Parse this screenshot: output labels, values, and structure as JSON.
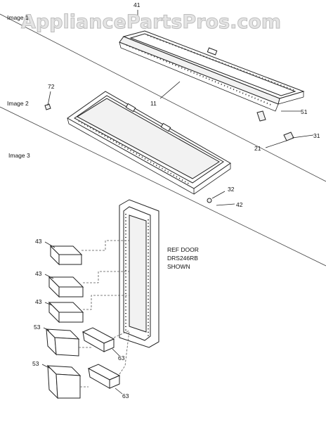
{
  "watermark": "AppliancePartsPros.com",
  "sections": {
    "image1": "Image 1",
    "image2": "Image 2",
    "image3": "Image 3"
  },
  "note": [
    "REF DOOR",
    "DRS246RB",
    "SHOWN"
  ],
  "callouts": {
    "c41": "41",
    "c11": "11",
    "c51": "51",
    "c31": "31",
    "c21": "21",
    "c72": "72",
    "c32": "32",
    "c42": "42",
    "c43a": "43",
    "c43b": "43",
    "c43c": "43",
    "c53a": "53",
    "c53b": "53",
    "c63a": "63",
    "c63b": "63"
  }
}
